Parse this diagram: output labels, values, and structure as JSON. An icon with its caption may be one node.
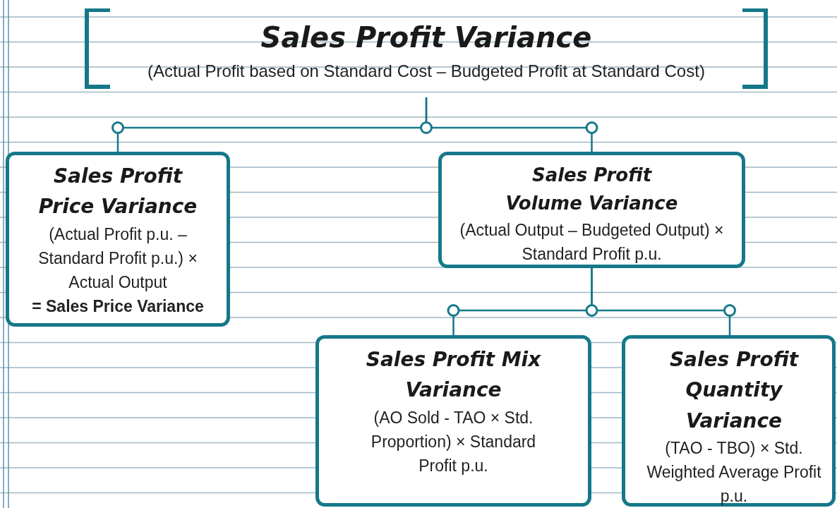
{
  "diagram": {
    "nodes": [
      {
        "text": [
          "Sales Profit Variance",
          "(Actual Profit based on Standard Cost – Budgeted Profit at Standard Cost)"
        ]
      },
      {
        "text": [
          "Sales Profit Price Variance",
          "(Actual Profit p.u. – Standard Profit p.u.) × Actual Output",
          "= Sales Price Variance"
        ]
      },
      {
        "text": [
          "Sales Profit Volume Variance",
          "(Actual Output – Budgeted Output) × Standard Profit p.u."
        ]
      },
      {
        "text": [
          "Sales Profit Mix Variance",
          "(AO Sold  -  TAO × Std. Proportion) × Standard Profit p.u."
        ]
      },
      {
        "text": [
          "Sales Profit Quantity Variance",
          "(TAO - TBO) × Std. Weighted Average Profit p.u."
        ]
      }
    ],
    "edges": [
      {
        "from": 0,
        "to": 1,
        "arrow": "none"
      },
      {
        "from": 0,
        "to": 2,
        "arrow": "none"
      },
      {
        "from": 2,
        "to": 3,
        "arrow": "none"
      },
      {
        "from": 2,
        "to": 4,
        "arrow": "none"
      }
    ]
  }
}
